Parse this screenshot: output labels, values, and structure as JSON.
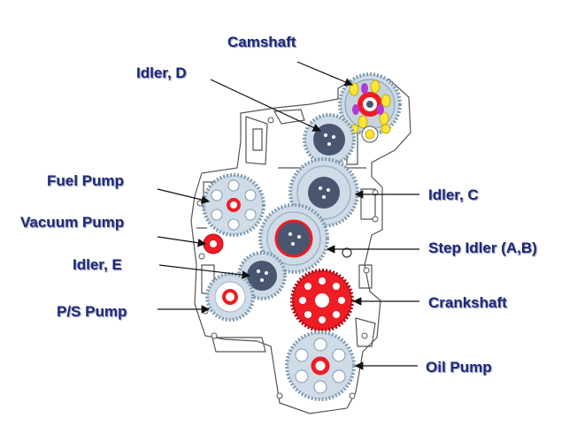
{
  "colors": {
    "label": "#1e2a78",
    "gear_fill": "#bcd0e0",
    "gear_stroke": "#7e9ab0",
    "highlight": "#ee1c25",
    "dark_hub": "#4a5670",
    "engine_line": "#555555"
  },
  "labels": {
    "camshaft": "Camshaft",
    "idler_d": "Idler, D",
    "fuel_pump": "Fuel Pump",
    "vacuum_pump": "Vacuum Pump",
    "idler_e": "Idler, E",
    "ps_pump": "P/S Pump",
    "idler_c": "Idler, C",
    "step_idler": "Step Idler (A,B)",
    "crankshaft": "Crankshaft",
    "oil_pump": "Oil Pump"
  }
}
